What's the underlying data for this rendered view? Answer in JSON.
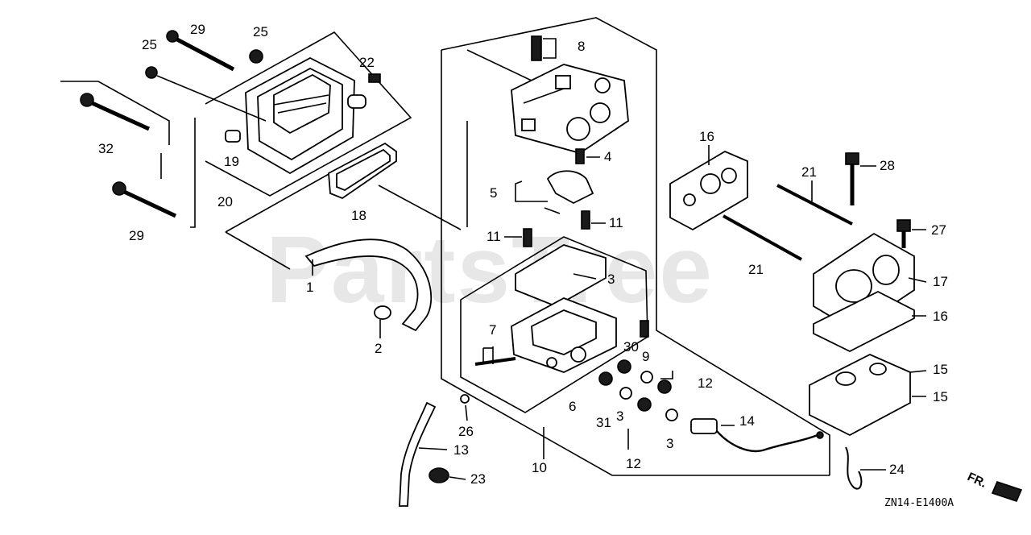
{
  "watermark": "PartsTree",
  "diagram_code": "ZN14-E1400A",
  "direction_marker": "FR.",
  "callouts": {
    "c1": "1",
    "c2": "2",
    "c3a": "3",
    "c3b": "3",
    "c3c": "3",
    "c4": "4",
    "c5": "5",
    "c6": "6",
    "c7": "7",
    "c8": "8",
    "c9": "9",
    "c10": "10",
    "c11a": "11",
    "c11b": "11",
    "c12a": "12",
    "c12b": "12",
    "c13": "13",
    "c14": "14",
    "c15a": "15",
    "c15b": "15",
    "c16a": "16",
    "c16b": "16",
    "c17": "17",
    "c18": "18",
    "c19": "19",
    "c20": "20",
    "c21a": "21",
    "c21b": "21",
    "c22": "22",
    "c23": "23",
    "c24": "24",
    "c25a": "25",
    "c25b": "25",
    "c26": "26",
    "c27": "27",
    "c28": "28",
    "c29a": "29",
    "c29b": "29",
    "c30": "30",
    "c31": "31",
    "c32": "32"
  }
}
